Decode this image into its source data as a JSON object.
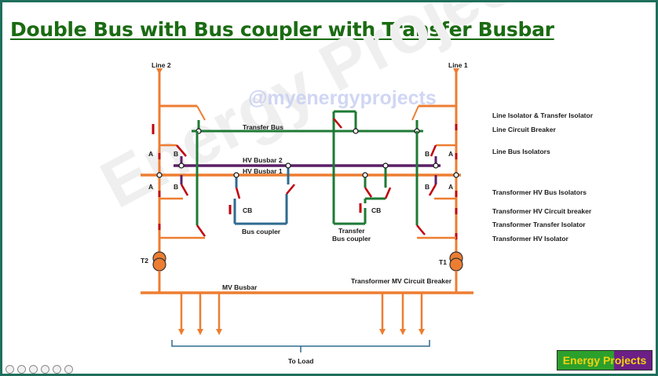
{
  "title": "Double Bus with Bus coupler with Transfer Busbar",
  "watermark": {
    "handle": "@myenergyprojects",
    "big": "Energy Projects"
  },
  "logo": {
    "text": "Energy Projects",
    "colors": [
      "#2ca02c",
      "#6c1f86"
    ],
    "text_color": "#f5d30f"
  },
  "labels": {
    "line2": "Line 2",
    "line1": "Line 1",
    "transfer_bus": "Transfer Bus",
    "hv_busbar2": "HV Busbar 2",
    "hv_busbar1": "HV Busbar 1",
    "a": "A",
    "b": "B",
    "cb": "CB",
    "bus_coupler": "Bus coupler",
    "transfer": "Transfer",
    "bus_coupler2": "Bus coupler",
    "t2": "T2",
    "t1": "T1",
    "mv_busbar": "MV Busbar",
    "transformer_mv_cb": "Transformer MV Circuit Breaker",
    "to_load": "To Load"
  },
  "legend": [
    "Line Isolator & Transfer Isolator",
    "Line Circuit Breaker",
    "Line Bus Isolators",
    "Transformer HV Bus Isolators",
    "Transformer HV Circuit breaker",
    "Transformer Transfer Isolator",
    "Transformer HV Isolator"
  ],
  "colors": {
    "orange": "#ed7d31",
    "green": "#1e7a34",
    "purple": "#5b1f66",
    "blue": "#2f6b8f",
    "red": "#c0000a",
    "title": "#1a6b12"
  }
}
